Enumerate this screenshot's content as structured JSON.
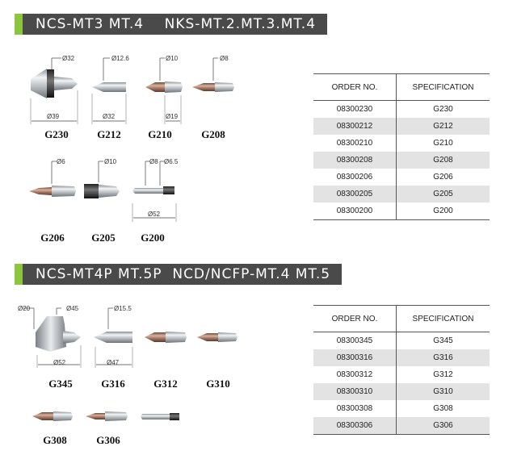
{
  "section1": {
    "title": "NCS-MT3 MT.4    NKS-MT.2.MT.3.MT.4",
    "dims": {
      "g230_top": "Ø32",
      "g230_bottom": "Ø39",
      "g212_top": "Ø12.6",
      "g212_bottom": "Ø32",
      "g210_top": "Ø10",
      "g210_bottom": "Ø19",
      "g208_top": "Ø8",
      "g206_top": "Ø6",
      "g205_top": "Ø10",
      "g200_top_a": "Ø8",
      "g200_top_b": "Ø6.5",
      "g200_bottom": "Ø52"
    },
    "labels": {
      "g230": "G230",
      "g212": "G212",
      "g210": "G210",
      "g208": "G208",
      "g206": "G206",
      "g205": "G205",
      "g200": "G200"
    },
    "table": {
      "headers": [
        "ORDER NO.",
        "SPECIFICATION"
      ],
      "rows": [
        [
          "08300230",
          "G230"
        ],
        [
          "08300212",
          "G212"
        ],
        [
          "08300210",
          "G210"
        ],
        [
          "08300208",
          "G208"
        ],
        [
          "08300206",
          "G206"
        ],
        [
          "08300205",
          "G205"
        ],
        [
          "08300200",
          "G200"
        ]
      ]
    }
  },
  "section2": {
    "title": "NCS-MT4P MT.5P  NCD/NCFP-MT.4 MT.5",
    "dims": {
      "g345_left": "Ø20",
      "g345_right": "Ø45",
      "g345_bottom": "Ø52",
      "g316_top": "Ø15.5",
      "g316_bottom": "Ø47"
    },
    "labels": {
      "g345": "G345",
      "g316": "G316",
      "g312": "G312",
      "g310": "G310",
      "g308": "G308",
      "g306": "G306"
    },
    "table": {
      "headers": [
        "ORDER NO.",
        "SPECIFICATION"
      ],
      "rows": [
        [
          "08300345",
          "G345"
        ],
        [
          "08300316",
          "G316"
        ],
        [
          "08300312",
          "G312"
        ],
        [
          "08300310",
          "G310"
        ],
        [
          "08300308",
          "G308"
        ],
        [
          "08300306",
          "G306"
        ]
      ]
    }
  },
  "colors": {
    "accent": "#8cc63f",
    "banner": "#4a4a4a",
    "row_shade": "#e3e3e3"
  }
}
